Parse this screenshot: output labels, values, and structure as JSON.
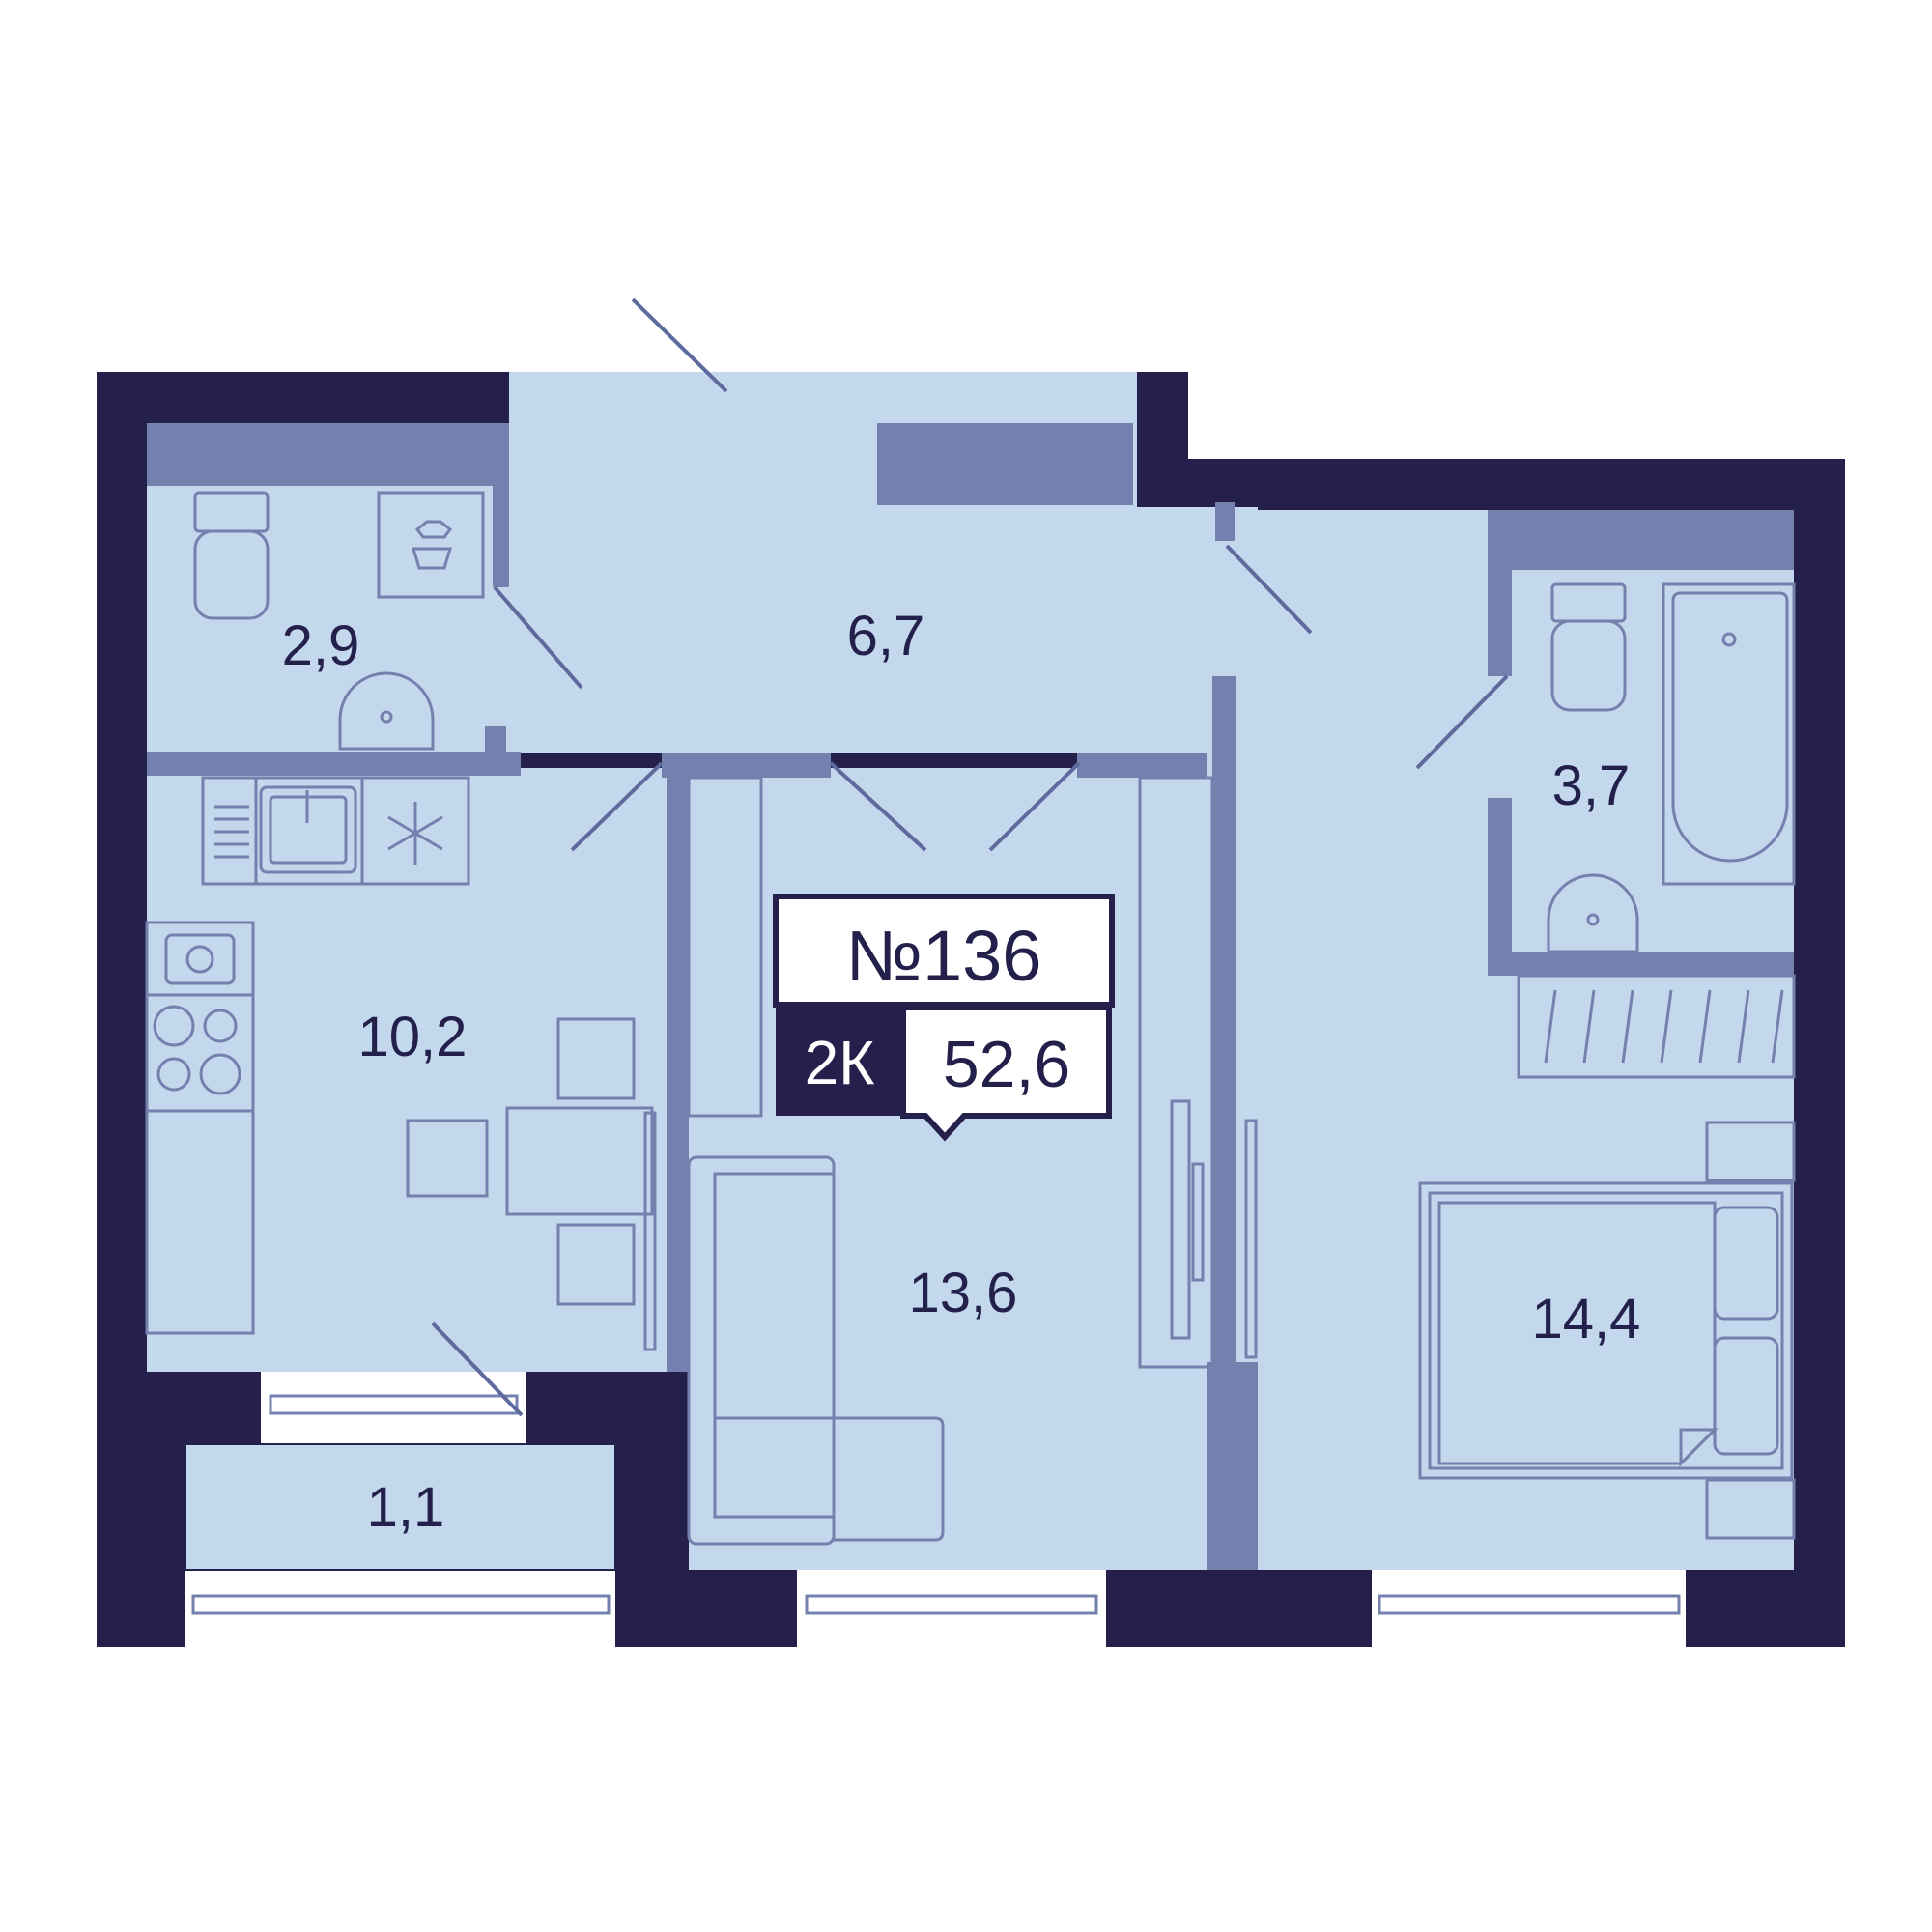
{
  "apartment": {
    "number": "№136",
    "rooms": "2К",
    "total_area": "52,6"
  },
  "rooms": [
    {
      "id": "wc",
      "area": "2,9"
    },
    {
      "id": "hall",
      "area": "6,7"
    },
    {
      "id": "bathroom",
      "area": "3,7"
    },
    {
      "id": "kitchen",
      "area": "10,2"
    },
    {
      "id": "living",
      "area": "13,6"
    },
    {
      "id": "bedroom",
      "area": "14,4"
    },
    {
      "id": "balcony",
      "area": "1,1"
    }
  ],
  "colors": {
    "wall": "#24204b",
    "floor": "#c3d8ec",
    "partition": "#7480ad",
    "furniture_line": "#7480ad",
    "window": "#ffffff"
  }
}
